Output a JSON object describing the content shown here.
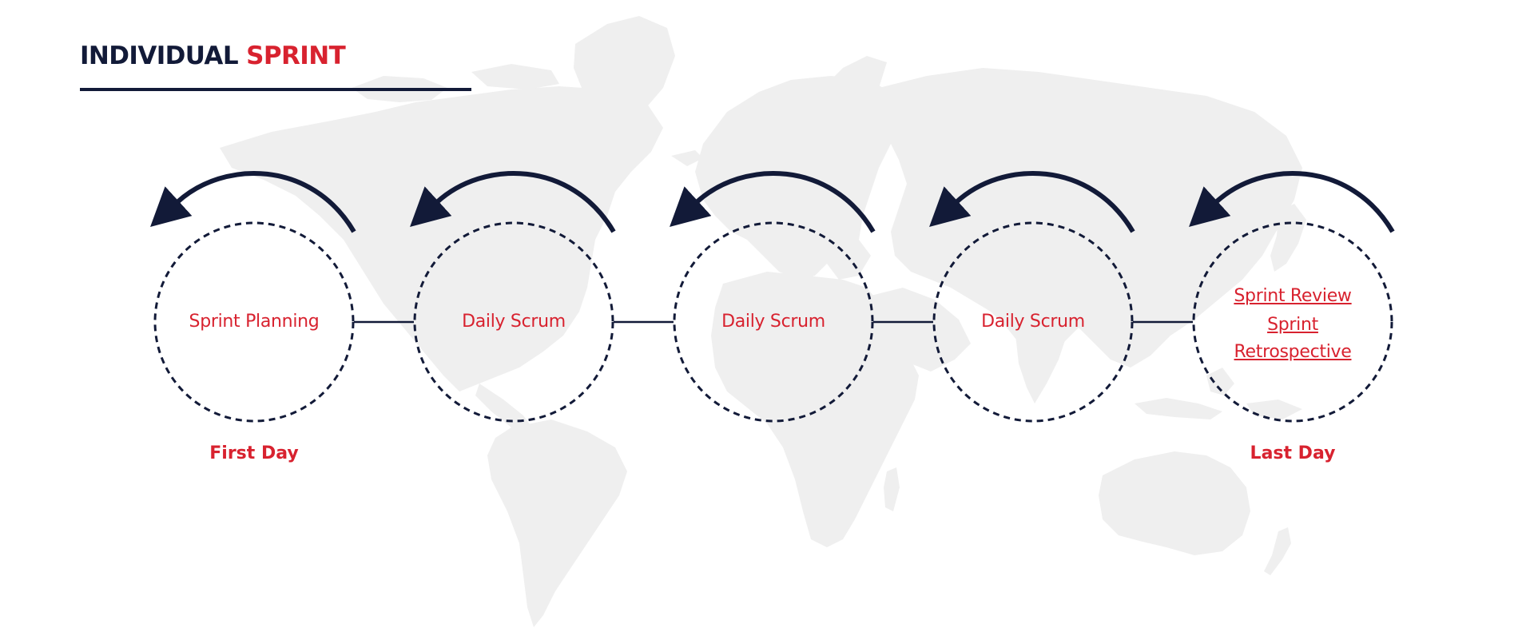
{
  "title": {
    "part1": "INDIVIDUAL",
    "part2": "SPRINT"
  },
  "colors": {
    "navy": "#121a38",
    "red": "#d8222f",
    "map": "#efefef"
  },
  "stages": [
    {
      "lines": [
        "Sprint Planning"
      ]
    },
    {
      "lines": [
        "Daily Scrum"
      ]
    },
    {
      "lines": [
        "Daily Scrum"
      ]
    },
    {
      "lines": [
        "Daily Scrum"
      ]
    },
    {
      "lines": [
        "Sprint Review",
        "Sprint",
        "Retrospective"
      ]
    }
  ],
  "day_labels": {
    "first": "First Day",
    "last": "Last Day"
  }
}
